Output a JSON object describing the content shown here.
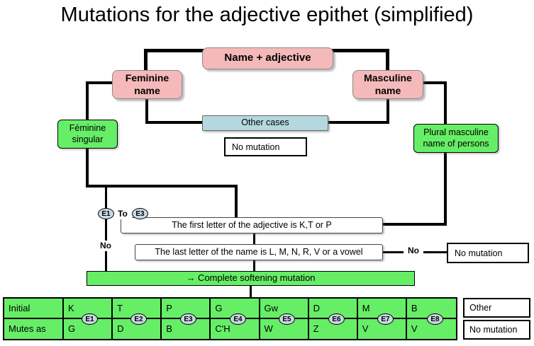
{
  "title": "Mutations for the adjective epithet (simplified)",
  "flow": {
    "name_adjective": "Name + adjective",
    "feminine_name": "Feminine\nname",
    "masculine_name": "Masculine\nname",
    "feminine_singular": "Féminine\nsingular",
    "plural_masculine": "Plural masculine\nname of persons",
    "other_cases": "Other cases",
    "no_mutation_center": "No mutation",
    "badge_e1": "E1",
    "to_label": "To",
    "badge_e3": "E3",
    "first_letter_condition": "The first letter of the adjective is K,T or P",
    "no_label_left": "No",
    "last_letter_condition": "The last letter of the name is L, M, N, R, V or a vowel",
    "no_label_right": "No",
    "no_mutation_right": "No mutation",
    "softening": "→ Complete softening mutation"
  },
  "table": {
    "row_labels": [
      "Initial",
      "Mutes as"
    ],
    "columns": [
      {
        "initial": "K",
        "mutates": "G",
        "badge": "E1"
      },
      {
        "initial": "T",
        "mutates": "D",
        "badge": "E2"
      },
      {
        "initial": "P",
        "mutates": "B",
        "badge": "E3"
      },
      {
        "initial": "G",
        "mutates": "C'H",
        "badge": "E4"
      },
      {
        "initial": "Gw",
        "mutates": "W",
        "badge": "E5"
      },
      {
        "initial": "D",
        "mutates": "Z",
        "badge": "E6"
      },
      {
        "initial": "M",
        "mutates": "V",
        "badge": "E7"
      },
      {
        "initial": "B",
        "mutates": "V",
        "badge": "E8"
      }
    ],
    "other": "Other",
    "no_mutation": "No mutation"
  },
  "colors": {
    "pink": "#f5b9b9",
    "green": "#66ee66",
    "blue": "#b4d8de",
    "badge_fill": "#c9d7e4",
    "line": "#000000",
    "background": "#ffffff"
  }
}
